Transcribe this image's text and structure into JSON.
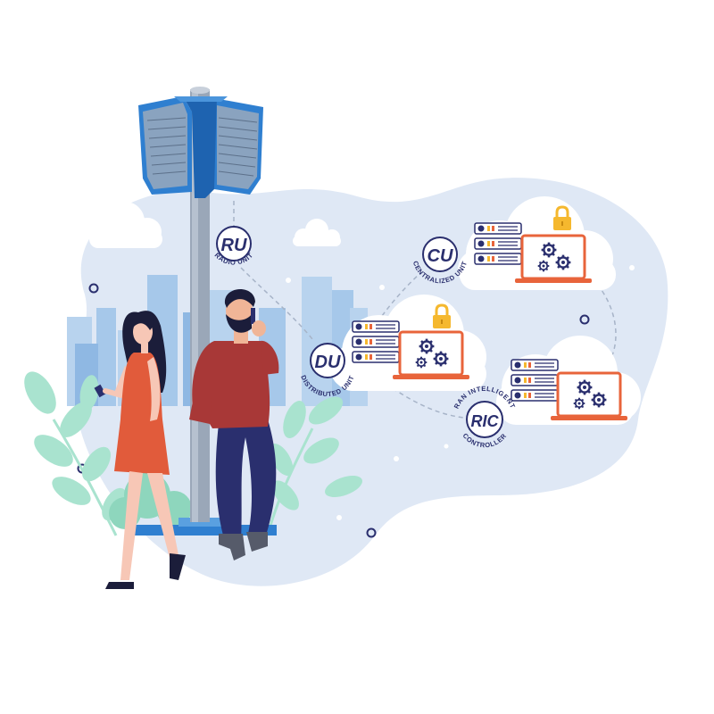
{
  "nodes": {
    "ru": {
      "abbr": "RU",
      "caption": "RADIO UNIT"
    },
    "du": {
      "abbr": "DU",
      "caption": "DISTRIBUTED UNIT"
    },
    "cu": {
      "abbr": "CU",
      "caption": "CENTRALIZED UNIT"
    },
    "ric": {
      "abbr": "RIC",
      "caption_top": "RAN INTELLIGENT",
      "caption_bottom": "CONTROLLER"
    }
  },
  "colors": {
    "blob": "#dfe8f5",
    "navy": "#2a2f6e",
    "laptop_frame": "#e8643b",
    "lock": "#f5b82e",
    "tower_blue": "#2f7fd0",
    "pole": "#9aa7b8",
    "leaf": "#a9e3cf",
    "city": "#a6c8ea"
  },
  "icons": {
    "lock": "padlock-icon",
    "gear": "gear-icon",
    "server": "server-rack-icon"
  }
}
